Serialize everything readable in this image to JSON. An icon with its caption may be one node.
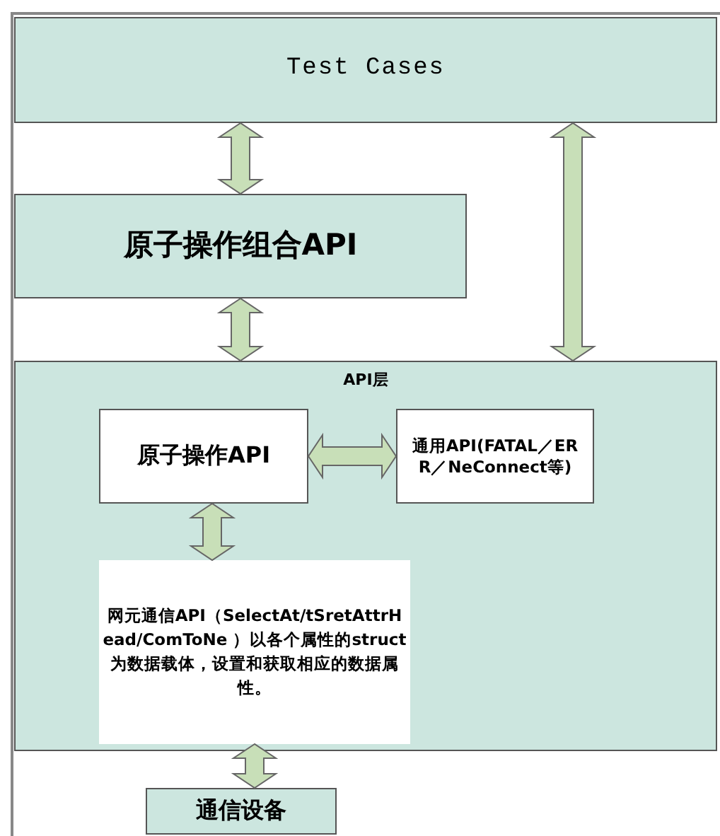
{
  "diagram": {
    "nodes": [
      {
        "text": [
          "Test Cases"
        ]
      },
      {
        "text": [
          "原子操作组合API"
        ]
      },
      {
        "text": [
          "API层"
        ]
      },
      {
        "text": [
          "原子操作API"
        ],
        "in": 2
      },
      {
        "text": [
          "通用API(FATAL／ERR／NeConnect等)"
        ],
        "in": 2
      },
      {
        "text": [
          "网元通信API（SelectAt/tSretAttrHead/ComToNe ）以各个属性的struct为数据载体，设置和获取相应的数据属性。"
        ],
        "in": 2
      },
      {
        "text": [
          "通信设备"
        ]
      }
    ],
    "edges": [
      {
        "from": 0,
        "to": 1,
        "arrow": "both"
      },
      {
        "from": 1,
        "to": 2,
        "arrow": "both"
      },
      {
        "from": 0,
        "to": 2,
        "arrow": "both"
      },
      {
        "from": 3,
        "to": 4,
        "arrow": "both"
      },
      {
        "from": 3,
        "to": 5,
        "arrow": "both"
      },
      {
        "from": 5,
        "to": 6,
        "arrow": "both"
      }
    ]
  }
}
